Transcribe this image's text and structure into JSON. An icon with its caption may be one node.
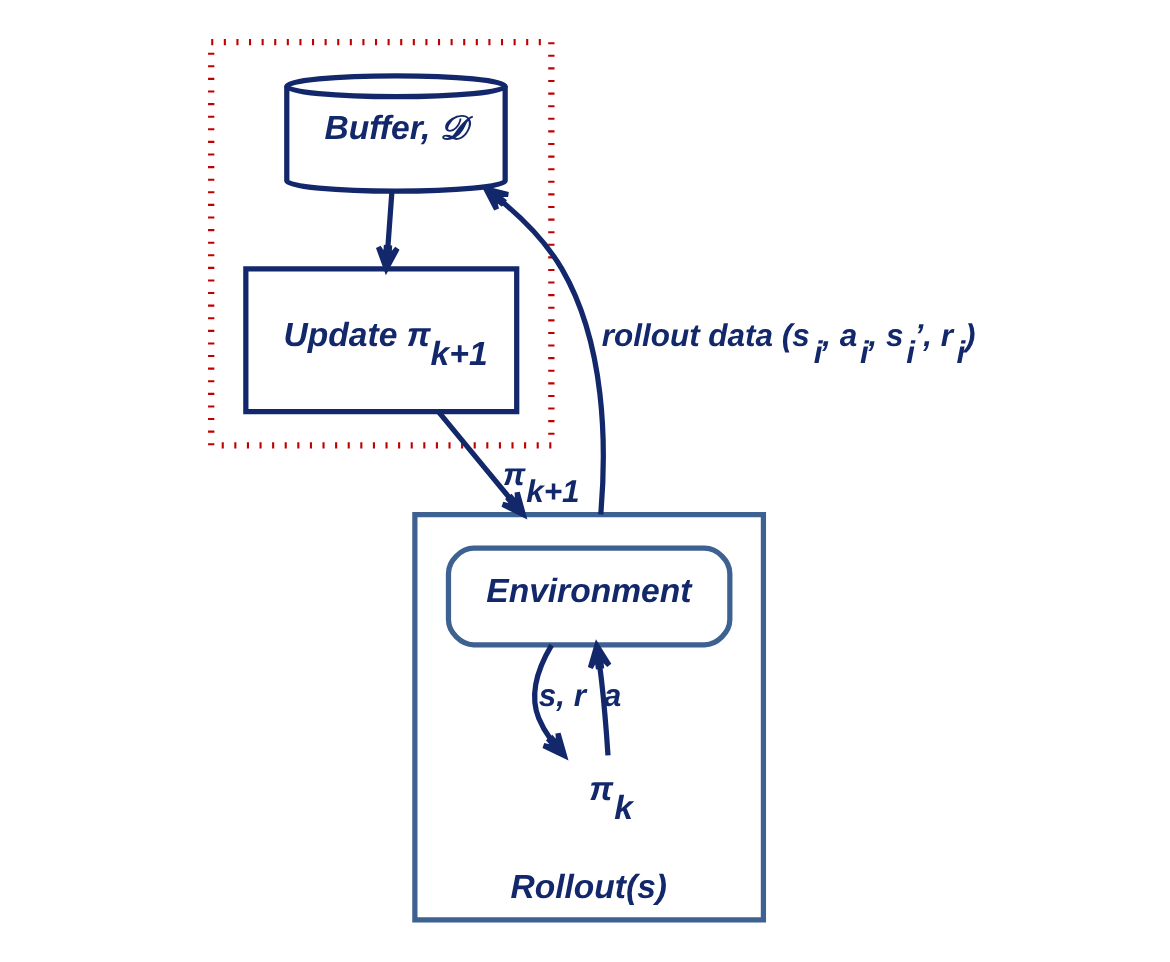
{
  "diagram": {
    "nodes": [
      {
        "text": [
          "Rollout(s)"
        ]
      },
      {
        "text": [
          "Environment"
        ],
        "in": 0
      },
      {
        "text": [
          "π$_{k}$"
        ],
        "in": 0
      },
      {
        "text": [],
        "shape": "box"
      },
      {
        "text": [
          "Buffer, 𝒟"
        ],
        "in": 3
      },
      {
        "text": [
          "Update π$_{k+1}$"
        ],
        "in": 3
      }
    ],
    "edges": [
      {
        "from": 0,
        "to": 4,
        "arrow": "to",
        "label": "rollout data (s$_{i}$, a$_{i}$, s$_{i}$’, r$_{i}$)"
      },
      {
        "from": 1,
        "to": 2,
        "arrow": "to",
        "label": "s, r"
      },
      {
        "from": 2,
        "to": 1,
        "arrow": "to",
        "label": "a"
      },
      {
        "from": 4,
        "to": 5,
        "arrow": "to"
      },
      {
        "from": 5,
        "to": 0,
        "arrow": "to",
        "label": "π$_{k+1}$"
      }
    ]
  }
}
